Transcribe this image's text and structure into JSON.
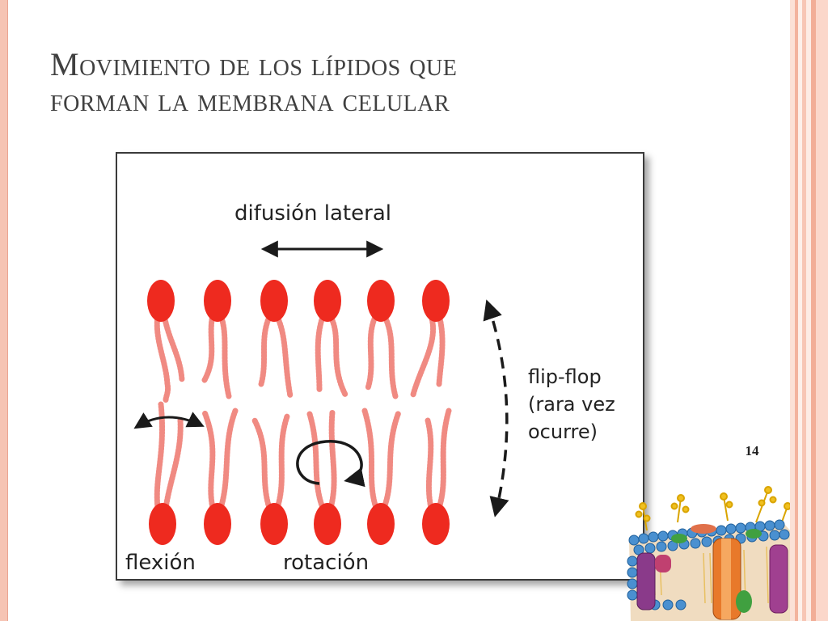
{
  "slide": {
    "title_line1": "Movimiento de los lípidos que",
    "title_line2": "forman la membrana celular",
    "page_number": "14"
  },
  "diagram": {
    "label_lateral": "difusión lateral",
    "label_flipflop_1": "flip-flop",
    "label_flipflop_2": "(rara vez",
    "label_flipflop_3": "ocurre)",
    "label_flexion": "flexión",
    "label_rotation": "rotación",
    "lipid_head_color": "#ee2a1f",
    "tail_color": "#f08a82",
    "arrow_color": "#1a1a1a"
  }
}
